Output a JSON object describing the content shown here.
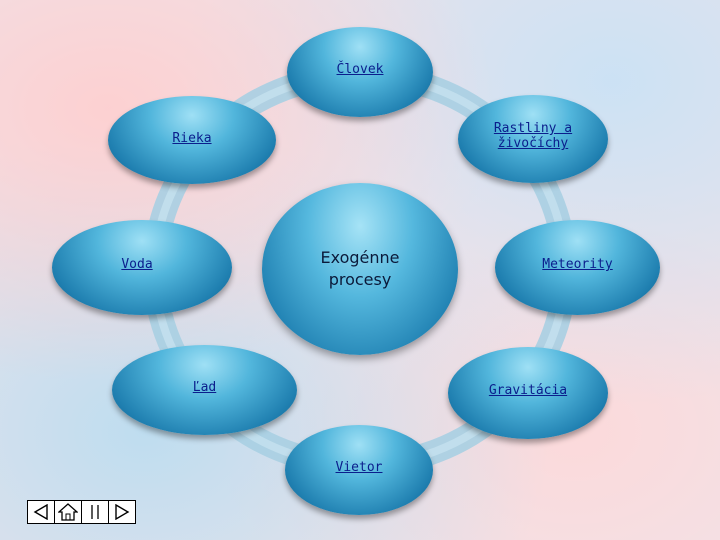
{
  "center": {
    "label": "Exogénne procesy"
  },
  "nodes": {
    "clovek": "Človek",
    "rastliny": "Rastliny a živočíchy",
    "meteority": "Meteority",
    "gravitacia": "Gravitácia",
    "vietor": "Vietor",
    "lad": "Ľad",
    "voda": "Voda",
    "rieka": "Rieka"
  },
  "colors": {
    "ring": "#a9cfe2",
    "node": "#2a8bbd",
    "link_text": "#0b1e8c"
  },
  "navigation": {
    "icons": [
      "prev-icon",
      "home-icon",
      "navigator-icon",
      "next-icon"
    ]
  }
}
